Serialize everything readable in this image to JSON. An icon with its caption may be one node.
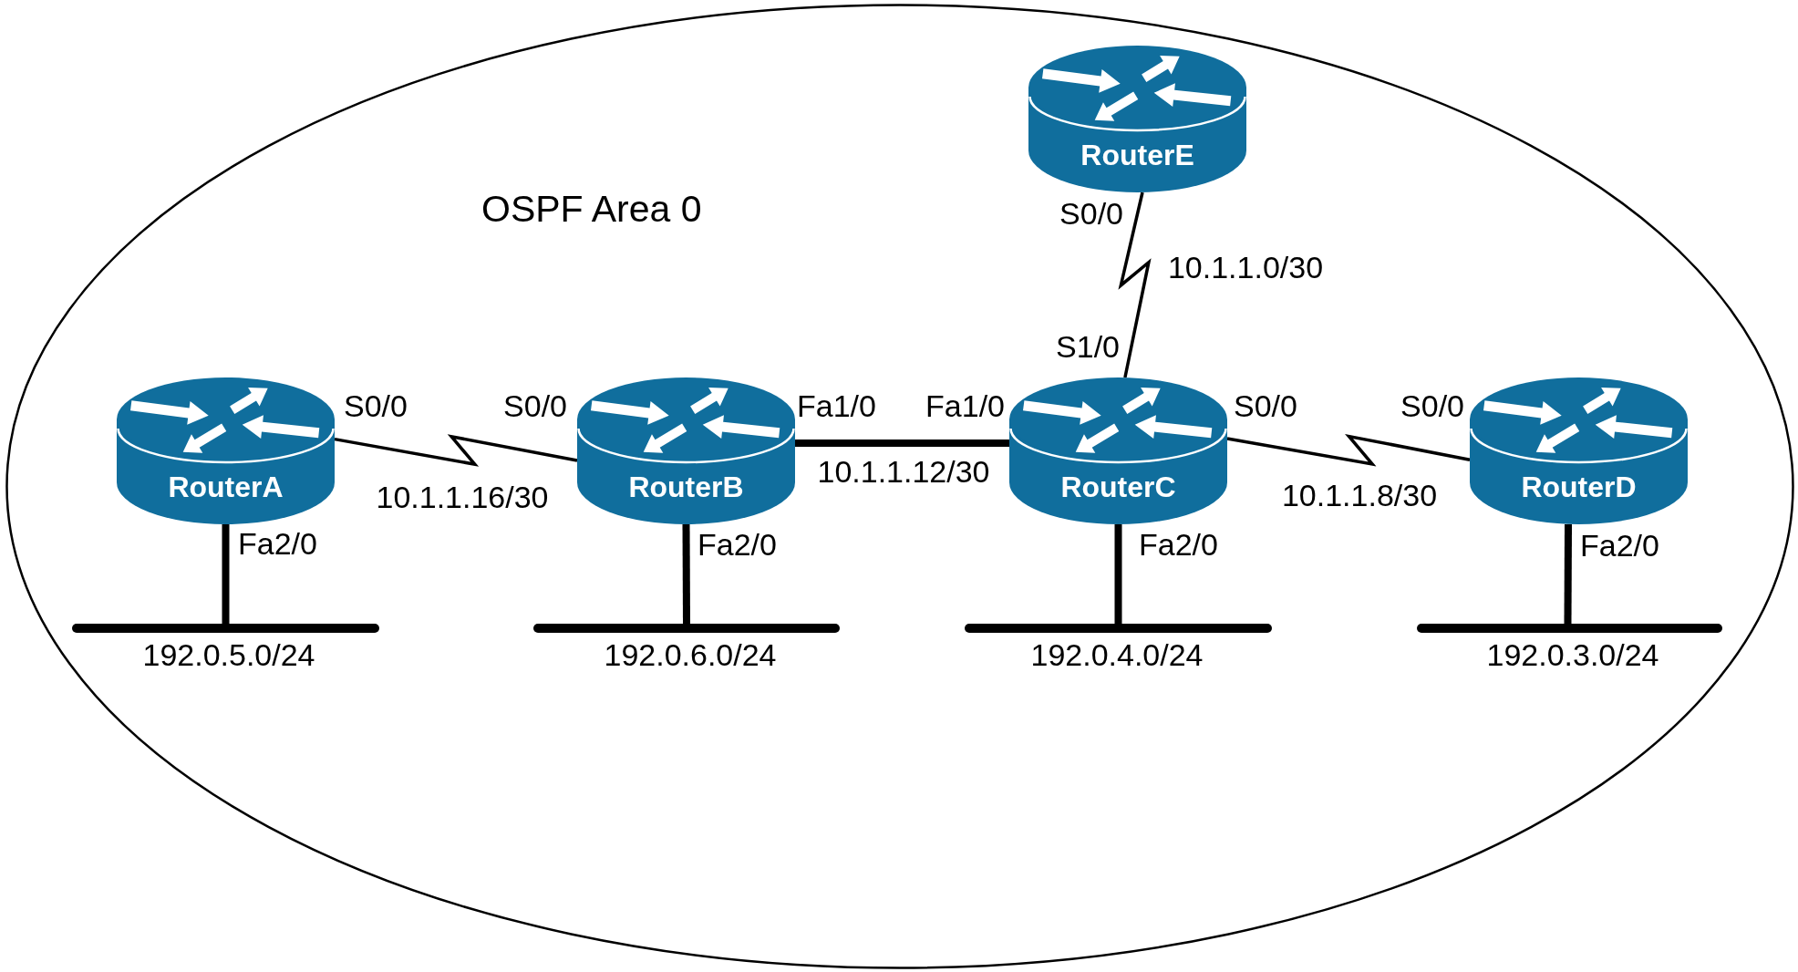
{
  "diagram": {
    "nodes": [
      {
        "text": [
          "OSPF Area 0"
        ]
      },
      {
        "text": [
          "RouterE"
        ],
        "in": 0,
        "beside": [
          "S0/0"
        ]
      },
      {
        "text": [
          "RouterA"
        ],
        "in": 0,
        "beside": [
          "S0/0",
          "Fa2/0"
        ]
      },
      {
        "text": [
          "RouterB"
        ],
        "in": 0,
        "beside": [
          "S0/0",
          "Fa1/0",
          "Fa2/0"
        ]
      },
      {
        "text": [
          "RouterC"
        ],
        "in": 0,
        "beside": [
          "S1/0",
          "Fa1/0",
          "S0/0",
          "Fa2/0"
        ]
      },
      {
        "text": [
          "RouterD"
        ],
        "in": 0,
        "beside": [
          "S0/0",
          "Fa2/0"
        ]
      },
      {
        "text": [],
        "shape": "bar",
        "in": 0,
        "beside": [
          "192.0.5.0/24"
        ]
      },
      {
        "text": [],
        "shape": "bar",
        "in": 0,
        "beside": [
          "192.0.6.0/24"
        ]
      },
      {
        "text": [],
        "shape": "bar",
        "in": 0,
        "beside": [
          "192.0.4.0/24"
        ]
      },
      {
        "text": [],
        "shape": "bar",
        "in": 0,
        "beside": [
          "192.0.3.0/24"
        ]
      }
    ],
    "edges": [
      {
        "from": 2,
        "to": 3,
        "arrow": "none",
        "label": "10.1.1.16/30"
      },
      {
        "from": 3,
        "to": 4,
        "arrow": "none",
        "label": "10.1.1.12/30"
      },
      {
        "from": 4,
        "to": 5,
        "arrow": "none",
        "label": "10.1.1.8/30"
      },
      {
        "from": 1,
        "to": 4,
        "arrow": "none",
        "label": "10.1.1.0/30"
      },
      {
        "from": 2,
        "to": 6,
        "arrow": "none"
      },
      {
        "from": 3,
        "to": 7,
        "arrow": "none"
      },
      {
        "from": 4,
        "to": 8,
        "arrow": "none"
      },
      {
        "from": 5,
        "to": 9,
        "arrow": "none"
      }
    ]
  }
}
